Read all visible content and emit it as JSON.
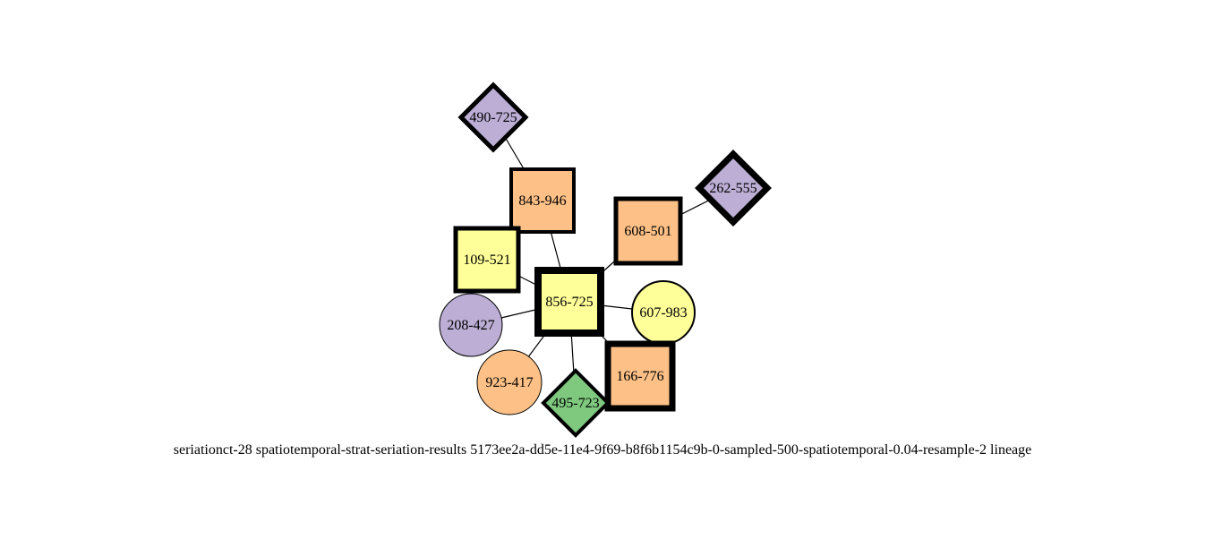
{
  "graph": {
    "caption": "seriationct-28  spatiotemporal-strat-seriation-results  5173ee2a-dd5e-11e4-9f69-b8f6b1154c9b-0-sampled-500-spatiotemporal-0.04-resample-2  lineage",
    "colors": {
      "purple": "#bcaed5",
      "orange": "#fdc086",
      "yellow": "#ffff99",
      "green": "#7fc97f",
      "outline": "#000000"
    },
    "nodes": [
      {
        "id": "490-725",
        "label": "490-725",
        "shape": "diamond",
        "color": "purple"
      },
      {
        "id": "843-946",
        "label": "843-946",
        "shape": "square",
        "color": "orange"
      },
      {
        "id": "262-555",
        "label": "262-555",
        "shape": "diamond",
        "color": "purple"
      },
      {
        "id": "608-501",
        "label": "608-501",
        "shape": "square",
        "color": "orange"
      },
      {
        "id": "109-521",
        "label": "109-521",
        "shape": "square",
        "color": "yellow"
      },
      {
        "id": "856-725",
        "label": "856-725",
        "shape": "square",
        "color": "yellow"
      },
      {
        "id": "607-983",
        "label": "607-983",
        "shape": "circle",
        "color": "yellow"
      },
      {
        "id": "208-427",
        "label": "208-427",
        "shape": "circle",
        "color": "purple"
      },
      {
        "id": "166-776",
        "label": "166-776",
        "shape": "square",
        "color": "orange"
      },
      {
        "id": "923-417",
        "label": "923-417",
        "shape": "circle",
        "color": "orange"
      },
      {
        "id": "495-723",
        "label": "495-723",
        "shape": "diamond",
        "color": "green"
      }
    ],
    "edges": [
      {
        "from": "490-725",
        "to": "843-946"
      },
      {
        "from": "843-946",
        "to": "856-725"
      },
      {
        "from": "262-555",
        "to": "608-501"
      },
      {
        "from": "608-501",
        "to": "856-725"
      },
      {
        "from": "109-521",
        "to": "856-725"
      },
      {
        "from": "856-725",
        "to": "607-983"
      },
      {
        "from": "856-725",
        "to": "208-427"
      },
      {
        "from": "856-725",
        "to": "166-776"
      },
      {
        "from": "856-725",
        "to": "923-417"
      },
      {
        "from": "856-725",
        "to": "495-723"
      }
    ]
  }
}
